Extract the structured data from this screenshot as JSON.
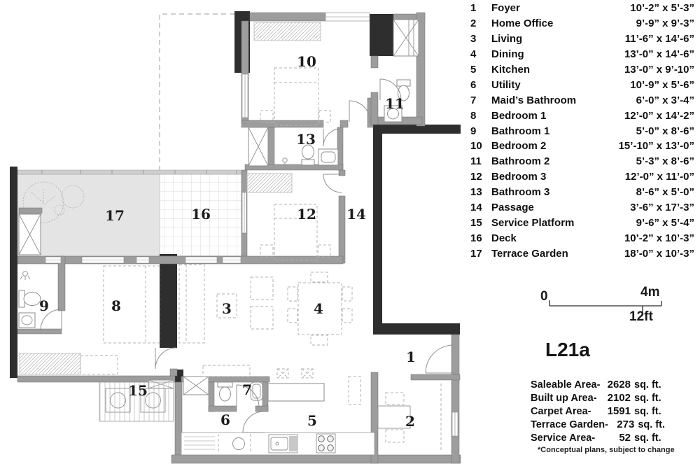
{
  "colors": {
    "wall_gray": "#9d9d9d",
    "wall_black": "#2e2e2e",
    "terrace_fill": "#e4e4e4",
    "text": "#111111"
  },
  "legend": {
    "rooms": [
      {
        "no": "1",
        "name": "Foyer",
        "dims": "10’-2” x 5’-3”"
      },
      {
        "no": "2",
        "name": "Home Office",
        "dims": "9’-9” x 9’-3”"
      },
      {
        "no": "3",
        "name": "Living",
        "dims": "11’-6” x 14’-6”"
      },
      {
        "no": "4",
        "name": "Dining",
        "dims": "13’-0” x 14’-6”"
      },
      {
        "no": "5",
        "name": "Kitchen",
        "dims": "13’-0” x 9’-10”"
      },
      {
        "no": "6",
        "name": "Utility",
        "dims": "10’-9” x 5’-6”"
      },
      {
        "no": "7",
        "name": "Maid’s Bathroom",
        "dims": "6’-0” x 3’-4”"
      },
      {
        "no": "8",
        "name": "Bedroom 1",
        "dims": "12’-0” x 14’-2”"
      },
      {
        "no": "9",
        "name": "Bathroom 1",
        "dims": "5’-0” x 8’-6”"
      },
      {
        "no": "10",
        "name": "Bedroom 2",
        "dims": "15’-10” x 13’-0”"
      },
      {
        "no": "11",
        "name": "Bathroom 2",
        "dims": "5’-3” x  8’-6”"
      },
      {
        "no": "12",
        "name": "Bedroom 3",
        "dims": "12’-0” x 11’-0”"
      },
      {
        "no": "13",
        "name": "Bathroom 3",
        "dims": "8’-6” x 5’-0”"
      },
      {
        "no": "14",
        "name": "Passage",
        "dims": "3’-6” x 17’-3”"
      },
      {
        "no": "15",
        "name": "Service Platform",
        "dims": "9’-6” x 5’-4”"
      },
      {
        "no": "16",
        "name": "Deck",
        "dims": "10’-2” x 10’-3”"
      },
      {
        "no": "17",
        "name": "Terrace Garden",
        "dims": "18’-0” x 10’-3”"
      }
    ]
  },
  "plan": {
    "room_numbers": [
      "1",
      "2",
      "3",
      "4",
      "5",
      "6",
      "7",
      "8",
      "9",
      "10",
      "11",
      "12",
      "13",
      "14",
      "15",
      "16",
      "17"
    ]
  },
  "scale_bar": {
    "zero": "0",
    "metric": "4m",
    "imperial": "12ft"
  },
  "summary": {
    "title": "L21a",
    "rows": [
      {
        "label": "Saleable Area-",
        "value": "2628",
        "unit": "sq. ft."
      },
      {
        "label": "Built up Area-",
        "value": "2102",
        "unit": "sq. ft."
      },
      {
        "label": "Carpet Area-",
        "value": "1591",
        "unit": "sq. ft."
      },
      {
        "label": "Terrace Garden-",
        "value": "273",
        "unit": "sq. ft."
      },
      {
        "label": "Service Area-",
        "value": "52",
        "unit": "sq. ft."
      }
    ],
    "footnote": "*Conceptual plans, subject to change"
  }
}
